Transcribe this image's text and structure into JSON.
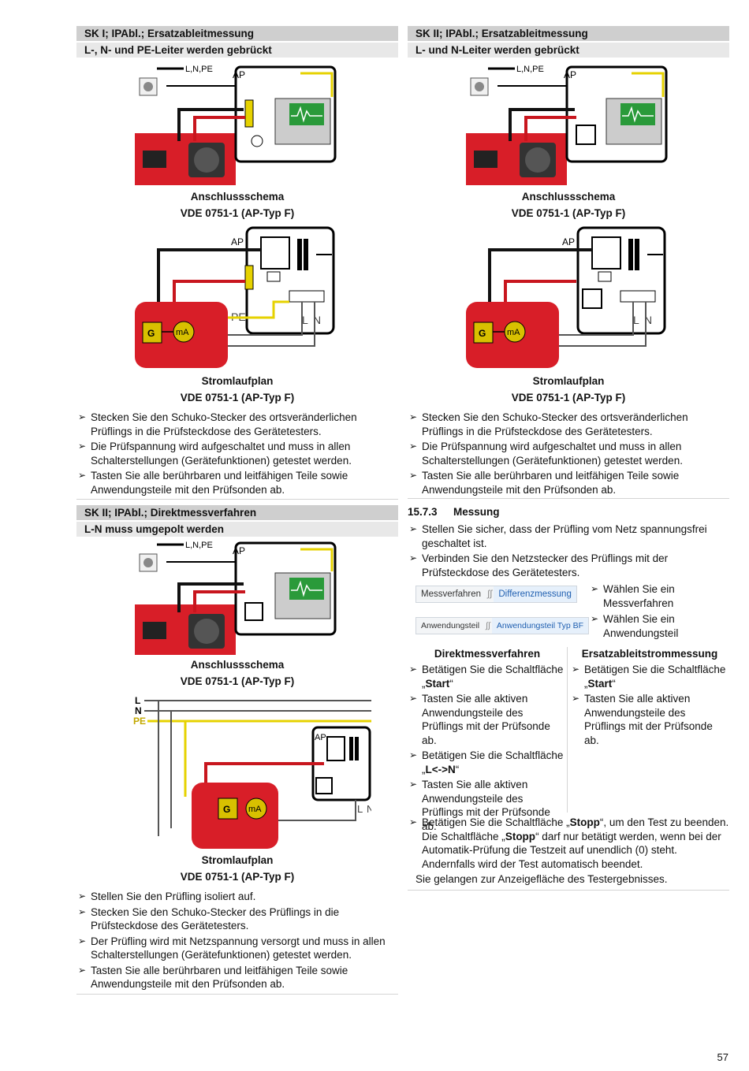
{
  "left": {
    "sec1": {
      "header": "SK I; IPAbl.; Ersatzableitmessung",
      "subheader": "L-, N- und PE-Leiter werden gebrückt",
      "cap1a": "Anschlussschema",
      "cap1b": "VDE 0751-1 (AP-Typ F)",
      "cap2a": "Stromlaufplan",
      "cap2b": "VDE 0751-1 (AP-Typ F)",
      "bullets": [
        "Stecken Sie den Schuko-Stecker des ortsveränderlichen Prüflings in die Prüfsteckdose des Gerätetesters.",
        "Die Prüfspannung wird aufgeschaltet und muss in allen Schalterstellungen (Gerätefunktionen) getestet werden.",
        "Tasten Sie alle berührbaren und leitfähigen Teile sowie Anwendungsteile mit den Prüfsonden ab."
      ]
    },
    "sec2": {
      "header": "SK II; IPAbl.; Direktmessverfahren",
      "subheader": "L-N muss umgepolt werden",
      "cap1a": "Anschlussschema",
      "cap1b": "VDE 0751-1 (AP-Typ F)",
      "cap2a": "Stromlaufplan",
      "cap2b": "VDE 0751-1 (AP-Typ F)",
      "bullets": [
        "Stellen Sie den Prüfling isoliert auf.",
        "Stecken Sie den Schuko-Stecker des Prüflings in die Prüfsteckdose des Gerätetesters.",
        "Der Prüfling wird mit Netzspannung versorgt und muss in allen Schalterstellungen (Gerätefunktionen) getestet werden.",
        "Tasten Sie alle berührbaren und leitfähigen Teile sowie Anwendungsteile mit den Prüfsonden ab."
      ]
    }
  },
  "right": {
    "sec1": {
      "header": "SK II; IPAbl.; Ersatzableitmessung",
      "subheader": "L- und N-Leiter werden gebrückt",
      "cap1a": "Anschlussschema",
      "cap1b": "VDE 0751-1 (AP-Typ F)",
      "cap2a": "Stromlaufplan",
      "cap2b": "VDE 0751-1 (AP-Typ F)",
      "bullets": [
        "Stecken Sie den Schuko-Stecker des ortsveränderlichen Prüflings in die Prüfsteckdose des Gerätetesters.",
        "Die Prüfspannung wird aufgeschaltet und muss in allen Schalterstellungen (Gerätefunktionen) getestet werden.",
        "Tasten Sie alle berührbaren und leitfähigen Teile sowie Anwendungsteile mit den Prüfsonden ab."
      ]
    },
    "messung": {
      "number": "15.7.3",
      "title": "Messung",
      "bullets": [
        "Stellen Sie sicher, dass der Prüfling vom Netz spannungsfrei geschaltet ist.",
        "Verbinden Sie den Netzstecker des Prüflings mit der Prüfsteckdose des Gerätetesters."
      ],
      "pill1": {
        "label": "Messverfahren",
        "value": "Differenzmessung",
        "note": "Wählen Sie ein Messverfahren"
      },
      "pill2": {
        "label": "Anwendungsteil",
        "value": "Anwendungsteil Typ BF",
        "note": "Wählen Sie ein Anwendungsteil"
      },
      "col_left_title": "Direktmessverfahren",
      "col_right_title": "Ersatzableitstrommessung",
      "left_items": [
        {
          "pre": "Betätigen Sie die Schaltfläche „",
          "b": "Start",
          "post": "“"
        },
        {
          "pre": "Tasten Sie alle aktiven Anwendungsteile des Prüflings mit der Prüfsonde ab.",
          "b": "",
          "post": ""
        },
        {
          "pre": "Betätigen Sie die Schaltfläche „",
          "b": "L<->N",
          "post": "“"
        },
        {
          "pre": "Tasten Sie alle aktiven Anwendungsteile des Prüflings mit der Prüfsonde ab.",
          "b": "",
          "post": ""
        }
      ],
      "right_items": [
        {
          "pre": "Betätigen Sie die Schaltfläche „",
          "b": "Start",
          "post": "“"
        },
        {
          "pre": "Tasten Sie alle aktiven Anwendungsteile des Prüflings mit der Prüfsonde ab.",
          "b": "",
          "post": ""
        }
      ],
      "stopp": {
        "p1": "Betätigen Sie die Schaltfläche „",
        "b1": "Stopp",
        "p2": "“, um den Test zu beenden. Die Schaltfläche „",
        "b2": "Stopp",
        "p3": "“ darf nur betätigt werden, wenn bei der Automatik-Prüfung die Testzeit auf unendlich (0) steht. Andernfalls wird der Test automatisch beendet."
      },
      "final": "Sie gelangen zur Anzeigefläche des Testergebnisses."
    }
  },
  "diagram_labels": {
    "lnpe": "L,N,PE",
    "ap": "AP",
    "g": "G",
    "ma": "mA",
    "pe": "PE",
    "l": "L",
    "n": "N"
  },
  "page_number": "57"
}
